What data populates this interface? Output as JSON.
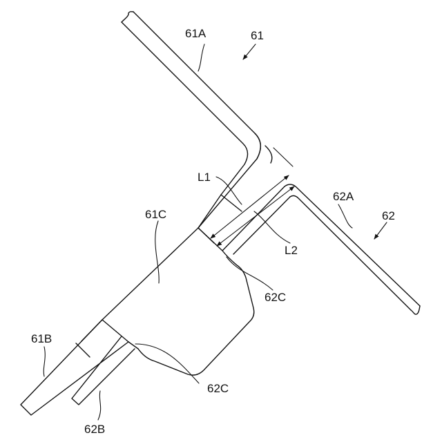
{
  "labels": {
    "lead_61": "61",
    "lead_61A": "61A",
    "lead_61B": "61B",
    "lead_61C": "61C",
    "lead_62": "62",
    "lead_62A": "62A",
    "lead_62B": "62B",
    "lead_62C_upper": "62C",
    "lead_62C_lower": "62C",
    "dim_L1": "L1",
    "dim_L2": "L2"
  },
  "colors": {
    "line": "#111111",
    "background": "#ffffff"
  }
}
